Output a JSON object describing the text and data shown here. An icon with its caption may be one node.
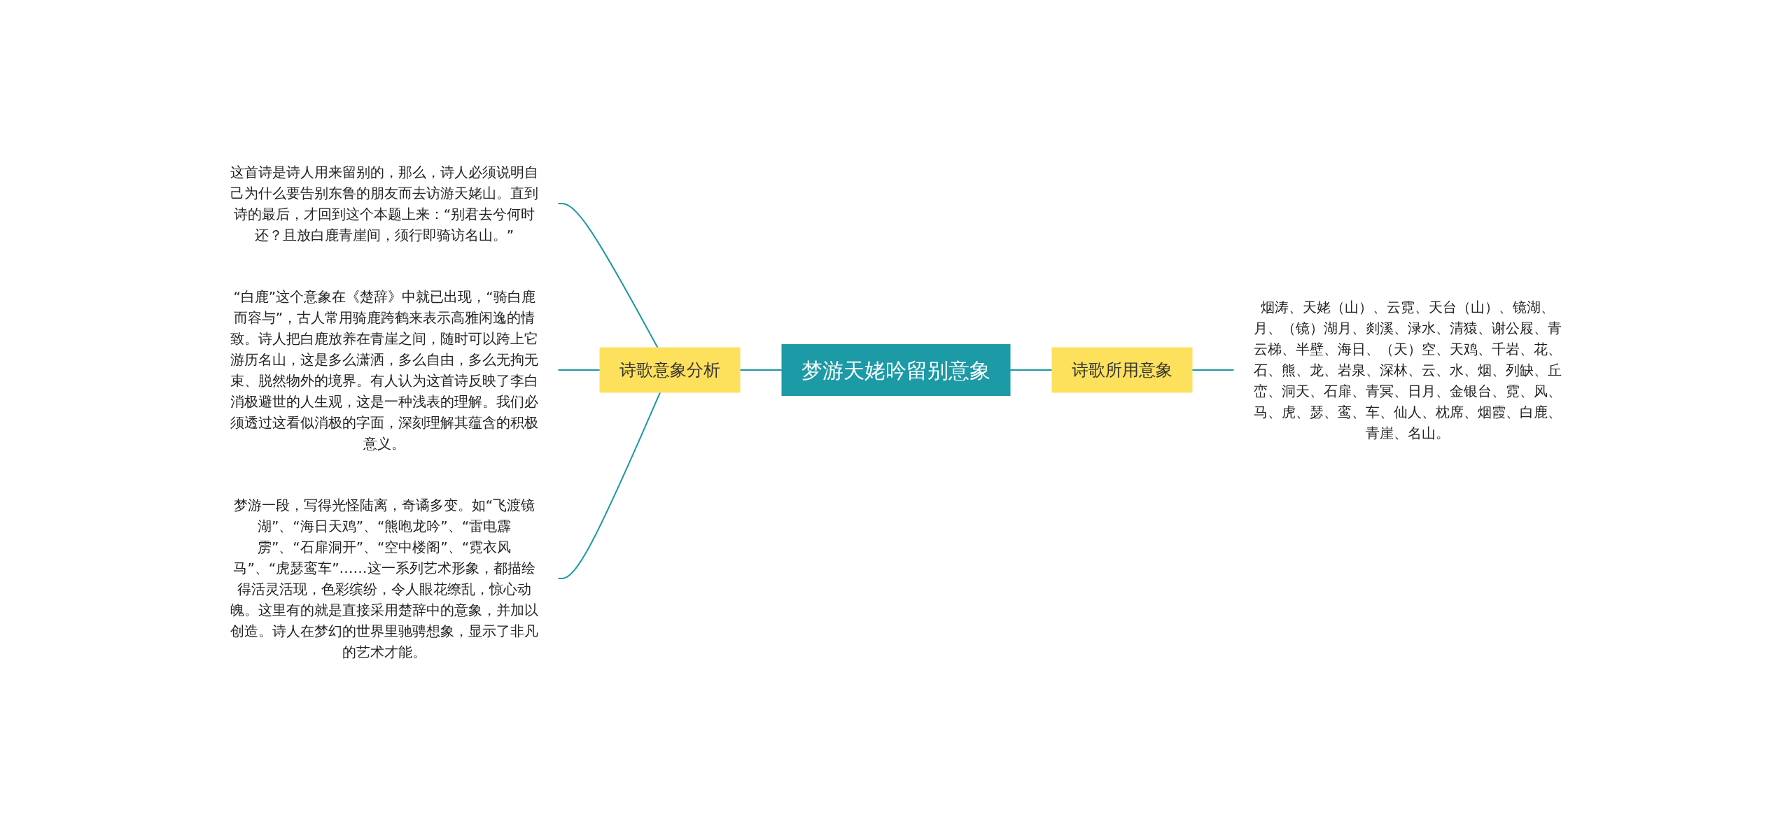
{
  "diagram": {
    "nodes": [
      {
        "text": [
          "梦游天姥吟留别意象"
        ]
      },
      {
        "text": [
          "诗歌意象分析"
        ]
      },
      {
        "text": [
          "这首诗是诗人用来留别的，那么，诗人必须说明自己为什么要告别东鲁的朋友而去访游天姥山。直到诗的最后，才回到这个本题上来：“别君去兮何时还？且放白鹿青崖间，须行即骑访名山。”"
        ]
      },
      {
        "text": [
          "“白鹿”这个意象在《楚辞》中就已出现，“骑白鹿而容与”，古人常用骑鹿跨鹤来表示高雅闲逸的情致。诗人把白鹿放养在青崖之间，随时可以跨上它游历名山，这是多么潇洒，多么自由，多么无拘无束、脱然物外的境界。有人认为这首诗反映了李白消极避世的人生观，这是一种浅表的理解。我们必须透过这看似消极的字面，深刻理解其蕴含的积极意义。"
        ]
      },
      {
        "text": [
          "梦游一段，写得光怪陆离，奇谲多变。如“飞渡镜湖”、“海日天鸡”、“熊咆龙吟”、“雷电霹雳”、“石扉洞开”、“空中楼阁”、“霓衣风马”、“虎瑟鸾车”……这一系列艺术形象，都描绘得活灵活现，色彩缤纷，令人眼花缭乱，惊心动魄。这里有的就是直接采用楚辞中的意象，并加以创造。诗人在梦幻的世界里驰骋想象，显示了非凡的艺术才能。"
        ]
      },
      {
        "text": [
          "诗歌所用意象"
        ]
      },
      {
        "text": [
          "烟涛、天姥（山）、云霓、天台（山）、镜湖、月、（镜）湖月、剡溪、渌水、清猿、谢公屐、青云梯、半壁、海日、（天）空、天鸡、千岩、花、石、熊、龙、岩泉、深林、云、水、烟、列缺、丘峦、洞天、石扉、青冥、日月、金银台、霓、风、马、虎、瑟、鸾、车、仙人、枕席、烟霞、白鹿、青崖、名山。"
        ]
      }
    ],
    "edges": [
      {
        "from": 0,
        "to": 1,
        "arrow": "none"
      },
      {
        "from": 1,
        "to": 2,
        "arrow": "none"
      },
      {
        "from": 1,
        "to": 3,
        "arrow": "none"
      },
      {
        "from": 1,
        "to": 4,
        "arrow": "none"
      },
      {
        "from": 0,
        "to": 5,
        "arrow": "none"
      },
      {
        "from": 5,
        "to": 6,
        "arrow": "none"
      }
    ]
  }
}
